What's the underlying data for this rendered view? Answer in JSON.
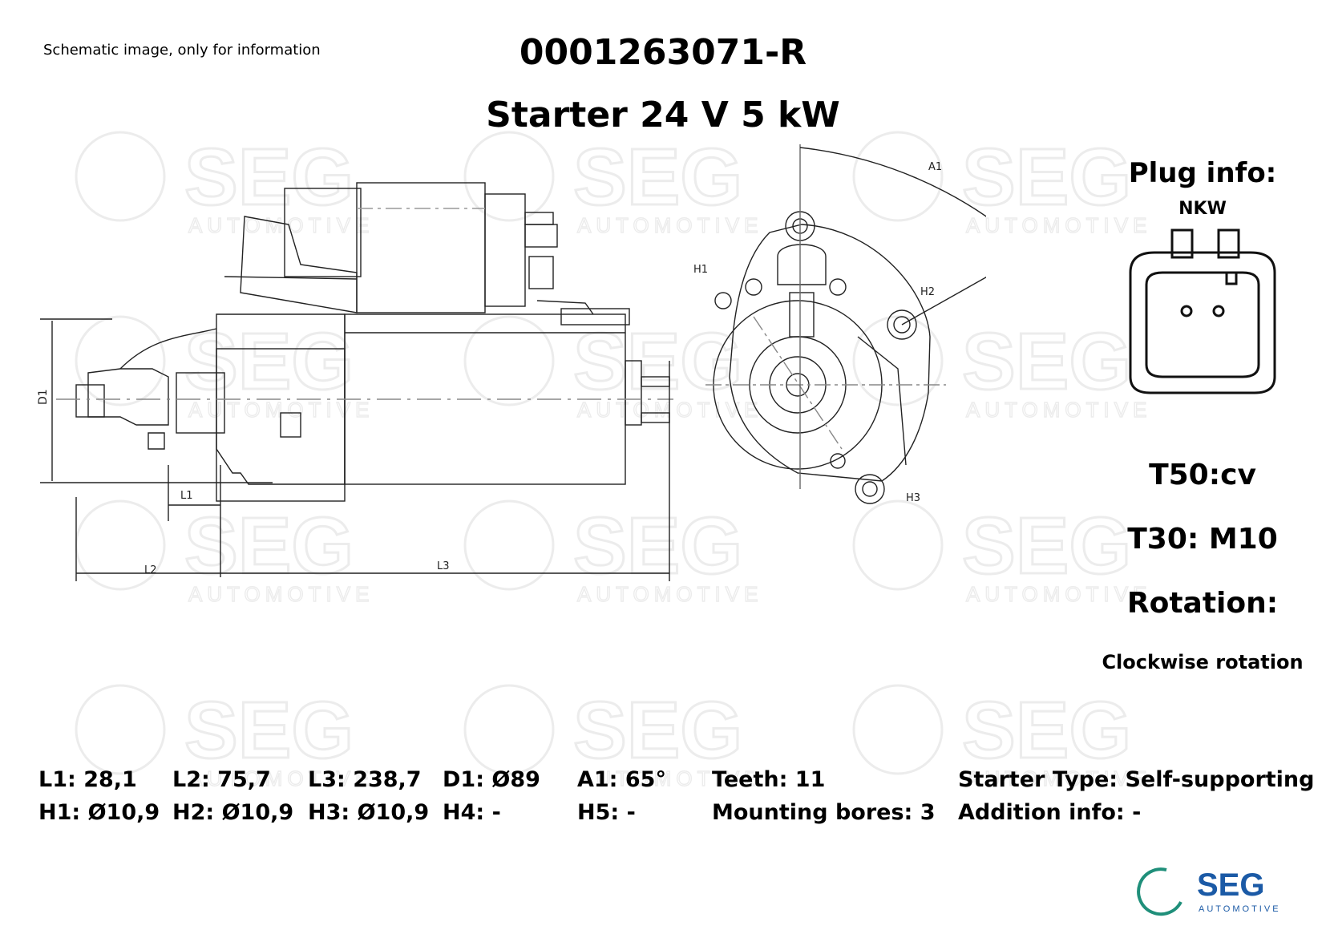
{
  "header": {
    "disclaimer": "Schematic image, only for information",
    "part_number": "0001263071-R",
    "title": "Starter 24 V 5 kW"
  },
  "watermark": {
    "brand": "SEG",
    "sub": "AUTOMOTIVE",
    "color": "#ececec"
  },
  "drawing_labels": {
    "d1": "D1",
    "l1": "L1",
    "l2": "L2",
    "l3": "L3",
    "a1": "A1",
    "h1": "H1",
    "h2": "H2",
    "h3": "H3"
  },
  "plug": {
    "title": "Plug info:",
    "type": "NKW"
  },
  "terminals": {
    "t50": "T50:cv",
    "t30": "T30: M10"
  },
  "rotation": {
    "label": "Rotation:",
    "value": "Clockwise rotation"
  },
  "specs": {
    "row1": [
      "L1: 28,1",
      "L2: 75,7",
      "L3: 238,7",
      "D1: Ø89",
      "A1: 65°",
      "Teeth: 11",
      "Starter Type:  Self-supporting"
    ],
    "row2": [
      "H1: Ø10,9",
      "H2: Ø10,9",
      "H3: Ø10,9",
      "H4: -",
      "H5: -",
      "Mounting bores: 3",
      "Addition info: -"
    ]
  },
  "logo": {
    "brand": "SEG",
    "sub": "AUTOMOTIVE",
    "brand_color": "#1b5aa6",
    "ring_color": "#1f8f7a"
  }
}
